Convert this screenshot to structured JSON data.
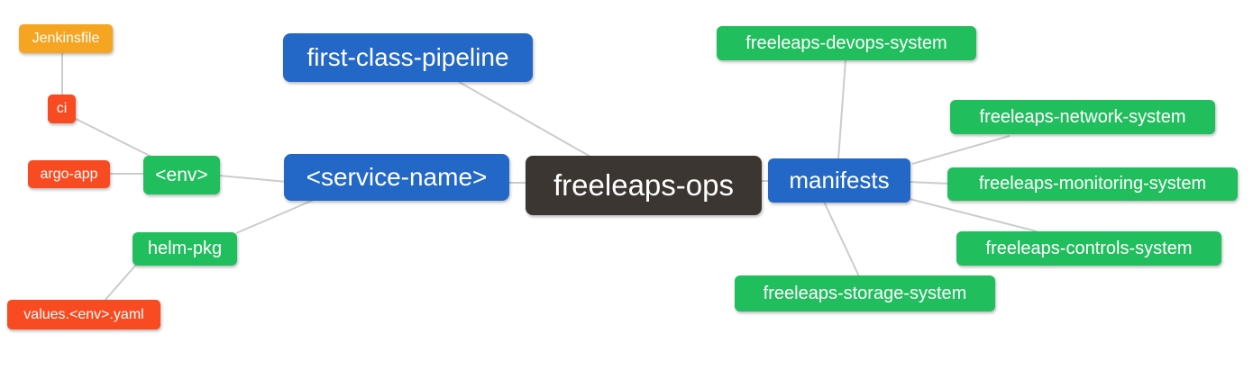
{
  "diagram": {
    "type": "mindmap",
    "colors": {
      "blue": "#2368c6",
      "green": "#21be5d",
      "red": "#f84b21",
      "orange": "#f6a522",
      "dark": "#3b3632",
      "edge": "#cccccc",
      "text": "#ffffff",
      "background": "#ffffff"
    },
    "nodes": {
      "freeleaps_ops": {
        "label": "freeleaps-ops",
        "color_role": "dark"
      },
      "first_class_pipeline": {
        "label": "first-class-pipeline",
        "color_role": "blue"
      },
      "service_name": {
        "label": "<service-name>",
        "color_role": "blue"
      },
      "manifests": {
        "label": "manifests",
        "color_role": "blue"
      },
      "env": {
        "label": "<env>",
        "color_role": "green"
      },
      "helm_pkg": {
        "label": "helm-pkg",
        "color_role": "green"
      },
      "ci": {
        "label": "ci",
        "color_role": "red"
      },
      "argo_app": {
        "label": "argo-app",
        "color_role": "red"
      },
      "jenkinsfile": {
        "label": "Jenkinsfile",
        "color_role": "orange"
      },
      "values_env_yaml": {
        "label": "values.<env>.yaml",
        "color_role": "red"
      },
      "freeleaps_devops_system": {
        "label": "freeleaps-devops-system",
        "color_role": "green"
      },
      "freeleaps_network_system": {
        "label": "freeleaps-network-system",
        "color_role": "green"
      },
      "freeleaps_monitoring_system": {
        "label": "freeleaps-monitoring-system",
        "color_role": "green"
      },
      "freeleaps_controls_system": {
        "label": "freeleaps-controls-system",
        "color_role": "green"
      },
      "freeleaps_storage_system": {
        "label": "freeleaps-storage-system",
        "color_role": "green"
      }
    },
    "edges": [
      {
        "from": "freeleaps_ops",
        "to": "first_class_pipeline"
      },
      {
        "from": "freeleaps_ops",
        "to": "service_name"
      },
      {
        "from": "freeleaps_ops",
        "to": "manifests"
      },
      {
        "from": "service_name",
        "to": "env"
      },
      {
        "from": "service_name",
        "to": "helm_pkg"
      },
      {
        "from": "env",
        "to": "ci"
      },
      {
        "from": "env",
        "to": "argo_app"
      },
      {
        "from": "ci",
        "to": "jenkinsfile"
      },
      {
        "from": "helm_pkg",
        "to": "values_env_yaml"
      },
      {
        "from": "manifests",
        "to": "freeleaps_devops_system"
      },
      {
        "from": "manifests",
        "to": "freeleaps_network_system"
      },
      {
        "from": "manifests",
        "to": "freeleaps_monitoring_system"
      },
      {
        "from": "manifests",
        "to": "freeleaps_controls_system"
      },
      {
        "from": "manifests",
        "to": "freeleaps_storage_system"
      }
    ]
  }
}
